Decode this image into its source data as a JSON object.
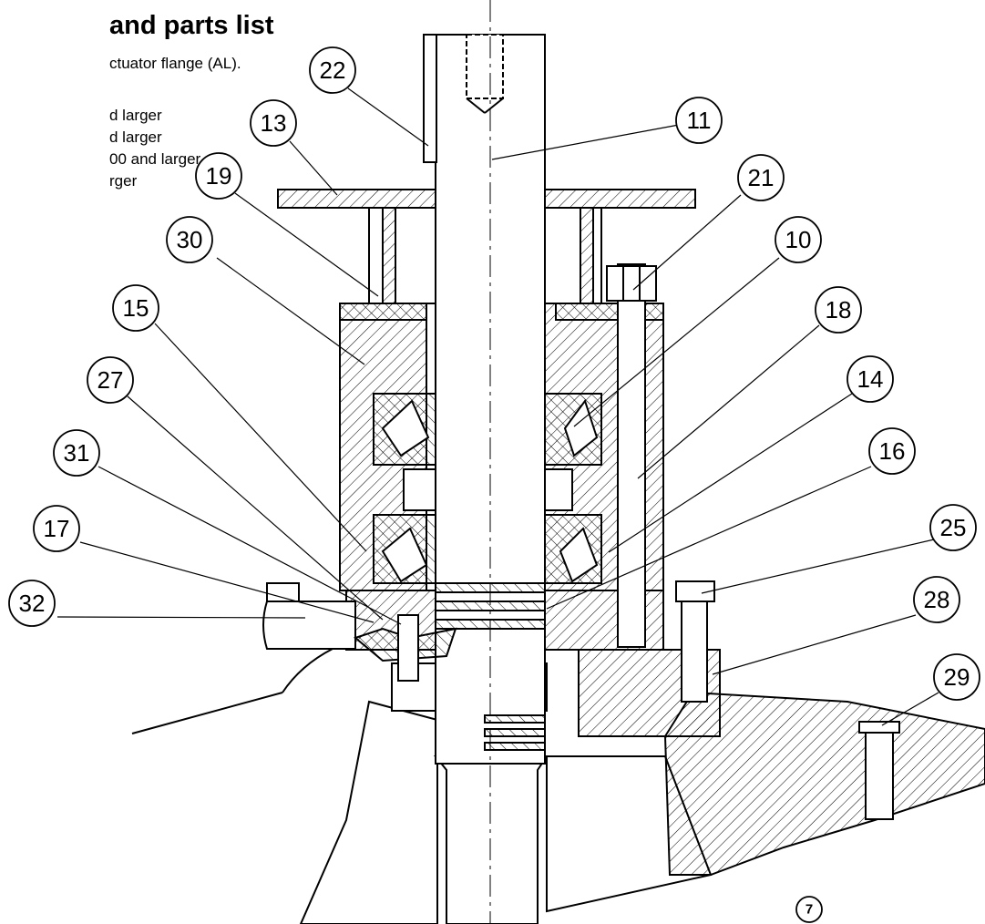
{
  "heading": "and parts list",
  "notes": [
    "ctuator flange (AL).",
    "d larger",
    "d larger",
    "00 and larger",
    "rger"
  ],
  "callouts": [
    "22",
    "13",
    "11",
    "19",
    "21",
    "30",
    "10",
    "15",
    "18",
    "27",
    "14",
    "31",
    "16",
    "17",
    "25",
    "32",
    "28",
    "29"
  ],
  "page_marker": "7"
}
